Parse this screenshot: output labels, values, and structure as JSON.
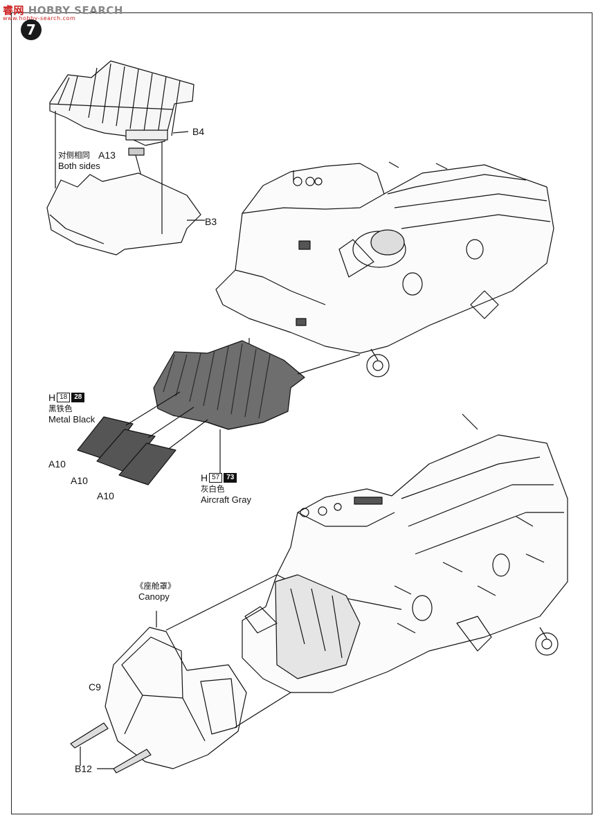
{
  "watermark": {
    "brand": "睿网",
    "text": "HOBBY SEARCH",
    "url": "www.hobby-search.com"
  },
  "step": {
    "number": "7"
  },
  "labels": {
    "both_sides_cn": "对侧相同",
    "both_sides_en": "Both sides",
    "metal_black_cn": "黑铁色",
    "metal_black_en": "Metal  Black",
    "aircraft_gray_cn": "灰白色",
    "aircraft_gray_en": "Aircraft Gray",
    "canopy_cn": "《座舱罩》",
    "canopy_en": "Canopy"
  },
  "parts": {
    "b4": "B4",
    "a13": "A13",
    "b3": "B3",
    "a10_1": "A10",
    "a10_2": "A10",
    "a10_3": "A10",
    "c9": "C9",
    "b12": "B12"
  },
  "paints": {
    "metal_black": {
      "prefix": "H",
      "code1": "18",
      "code2": "28"
    },
    "aircraft_gray": {
      "prefix": "H",
      "code1": "57",
      "code2": "73"
    }
  }
}
